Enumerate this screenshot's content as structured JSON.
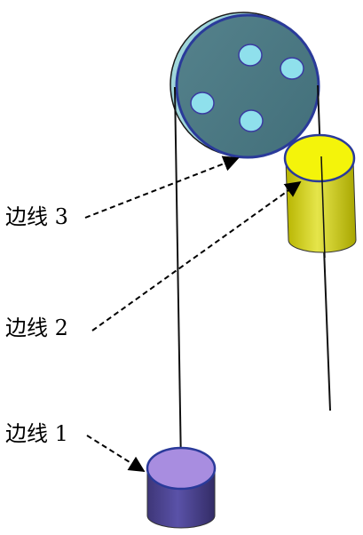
{
  "labels": {
    "edge3": "边线 3",
    "edge2": "边线 2",
    "edge1": "边线 1"
  },
  "colors": {
    "pulley_face": "#4d7983",
    "pulley_rim": "#2a3a9a",
    "pulley_side": "#9fd6da",
    "pulley_hole": "#8fe0ec",
    "yellow_top": "#f4f40a",
    "yellow_side": "#d9d92e",
    "purple_top": "#a88de0",
    "purple_side": "#4a4490",
    "rope": "#111111"
  }
}
